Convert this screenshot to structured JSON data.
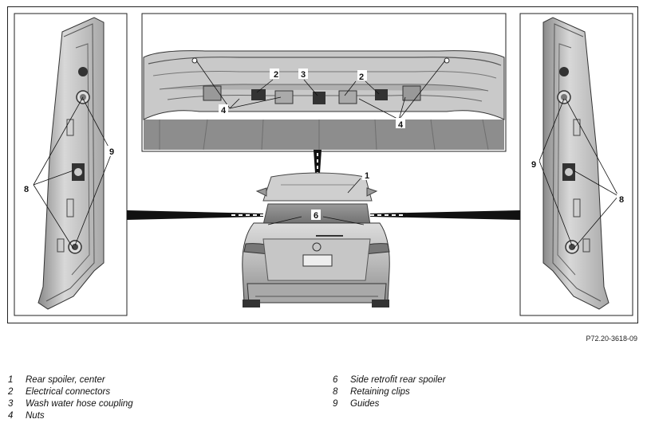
{
  "figure_code": "P72.20-3618-09",
  "callouts": {
    "c1": "1",
    "c2a": "2",
    "c2b": "2",
    "c3": "3",
    "c4a": "4",
    "c4b": "4",
    "c6": "6",
    "c8l": "8",
    "c9l": "9",
    "c8r": "8",
    "c9r": "9"
  },
  "legend": {
    "left": [
      {
        "num": "1",
        "text": "Rear spoiler, center"
      },
      {
        "num": "2",
        "text": "Electrical connectors"
      },
      {
        "num": "3",
        "text": "Wash water hose coupling"
      },
      {
        "num": "4",
        "text": "Nuts"
      }
    ],
    "right": [
      {
        "num": "6",
        "text": "Side retrofit rear spoiler"
      },
      {
        "num": "8",
        "text": "Retaining clips"
      },
      {
        "num": "9",
        "text": "Guides"
      }
    ]
  }
}
